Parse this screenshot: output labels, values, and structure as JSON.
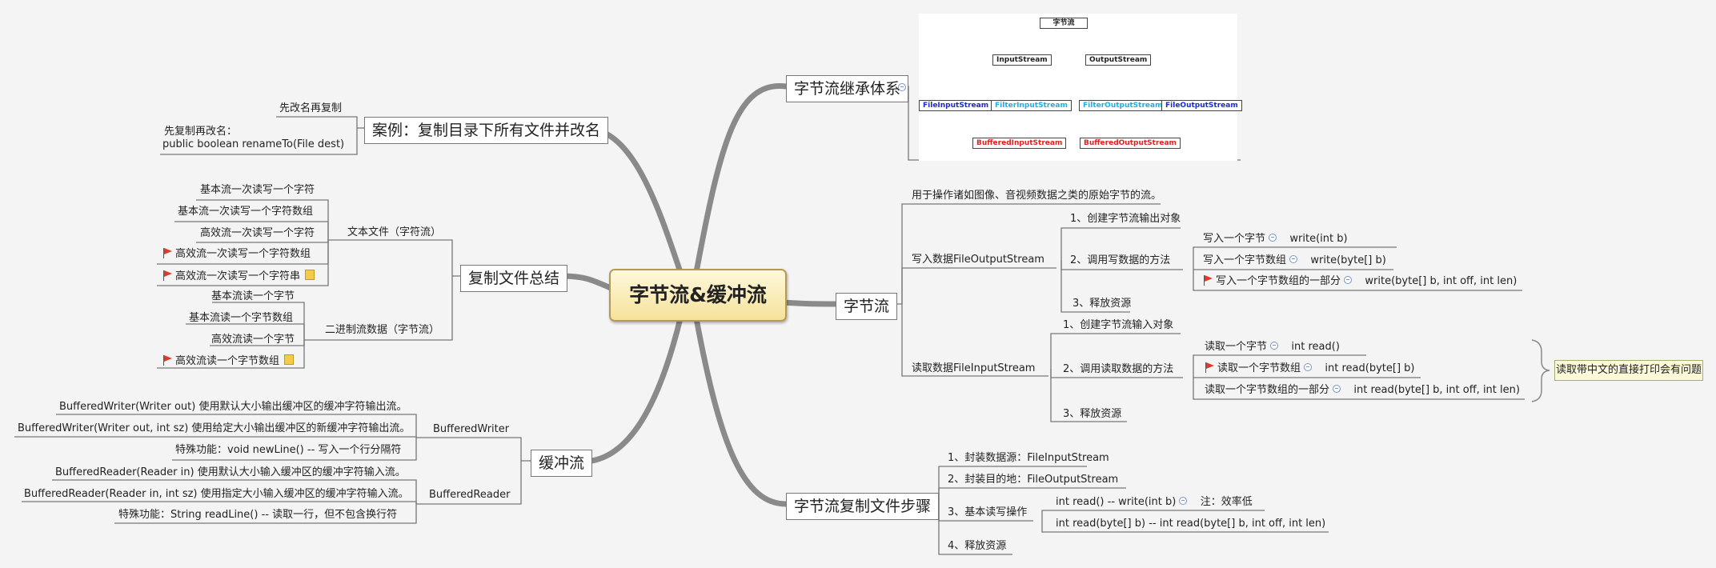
{
  "center": "字节流&缓冲流",
  "inherit": {
    "title": "字节流继承体系",
    "diagram": {
      "root": "字节流",
      "input": "InputStream",
      "output": "OutputStream",
      "file_in": "FileInputStream",
      "filter_in": "FilterInputStream",
      "filter_out": "FilterOutputStream",
      "file_out": "FileOutputStream",
      "buf_in": "BufferedInputStream",
      "buf_out": "BufferedOutputStream"
    }
  },
  "bytestream": {
    "title": "字节流",
    "desc": "用于操作诸如图像、音视频数据之类的原始字节的流。",
    "write": {
      "label": "写入数据FileOutputStream",
      "step1": "1、创建字节流输出对象",
      "step2": "2、调用写数据的方法",
      "step3": "3、释放资源",
      "m1": "写入一个字节",
      "m1v": "write(int b)",
      "m2": "写入一个字节数组",
      "m2v": "write(byte[] b)",
      "m3": "写入一个字节数组的一部分",
      "m3v": "write(byte[] b, int off, int len)"
    },
    "read": {
      "label": "读取数据FileInputStream",
      "step1": "1、创建字节流输入对象",
      "step2": "2、调用读取数据的方法",
      "step3": "3、释放资源",
      "m1": "读取一个字节",
      "m1v": "int read()",
      "m2": "读取一个字节数组",
      "m2v": "int read(byte[] b)",
      "m3": "读取一个字节数组的一部分",
      "m3v": "int read(byte[] b, int off, int len)",
      "comment": "读取带中文的直接打印会有问题"
    }
  },
  "copy": {
    "title": "字节流复制文件步骤",
    "s1": "1、封装数据源：FileInputStream",
    "s2": "2、封装目的地：FileOutputStream",
    "s3": "3、基本读写操作",
    "s4": "4、释放资源",
    "op1": "int read()  -- write(int b)",
    "op1note": "注：效率低",
    "op2": "int read(byte[] b)  -- int read(byte[] b, int off, int len)"
  },
  "case": {
    "title": "案例：复制目录下所有文件并改名",
    "a": "先改名再复制",
    "b1": "先复制再改名：",
    "b2": "public boolean renameTo(File dest)"
  },
  "summary": {
    "title": "复制文件总结",
    "text_label": "文本文件（字符流）",
    "text": [
      "基本流一次读写一个字符",
      "基本流一次读写一个字符数组",
      "高效流一次读写一个字符",
      "高效流一次读写一个字符数组",
      "高效流一次读写一个字符串"
    ],
    "bin_label": "二进制流数据（字节流）",
    "bin": [
      "基本流读一个字节",
      "基本流读一个字节数组",
      "高效流读一个字节",
      "高效流读一个字节数组"
    ]
  },
  "buffer": {
    "title": "缓冲流",
    "writer_label": "BufferedWriter",
    "writer": [
      "BufferedWriter(Writer out) 使用默认大小输出缓冲区的缓冲字符输出流。",
      "BufferedWriter(Writer out, int sz) 使用给定大小输出缓冲区的新缓冲字符输出流。",
      "特殊功能：void newLine() -- 写入一个行分隔符"
    ],
    "reader_label": "BufferedReader",
    "reader": [
      "BufferedReader(Reader in) 使用默认大小输入缓冲区的缓冲字符输入流。",
      "BufferedReader(Reader in, int sz) 使用指定大小输入缓冲区的缓冲字符输入流。",
      "特殊功能：String readLine() -- 读取一行，但不包含换行符"
    ]
  }
}
